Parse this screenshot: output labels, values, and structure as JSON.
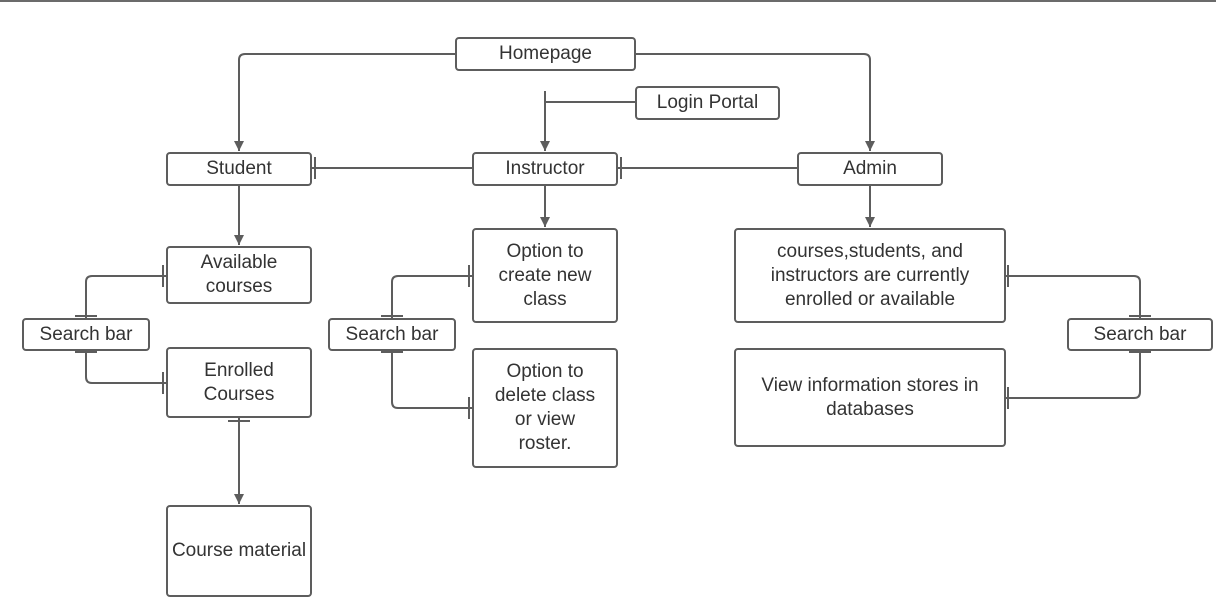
{
  "diagram": {
    "stroke_color": "#5d5d5d",
    "text_color": "#333333",
    "nodes": {
      "homepage": "Homepage",
      "login_portal": "Login Portal",
      "student": "Student",
      "instructor": "Instructor",
      "admin": "Admin",
      "available_courses": "Available courses",
      "enrolled_courses": "Enrolled Courses",
      "course_material": "Course material",
      "student_search": "Search bar",
      "create_class": "Option to create new class",
      "delete_class": "Option to delete class or view roster.",
      "instructor_search": "Search bar",
      "admin_enrolled": "courses,students, and instructors are currently enrolled or available",
      "admin_view_info": "View information stores in databases",
      "admin_search": "Search bar"
    }
  }
}
